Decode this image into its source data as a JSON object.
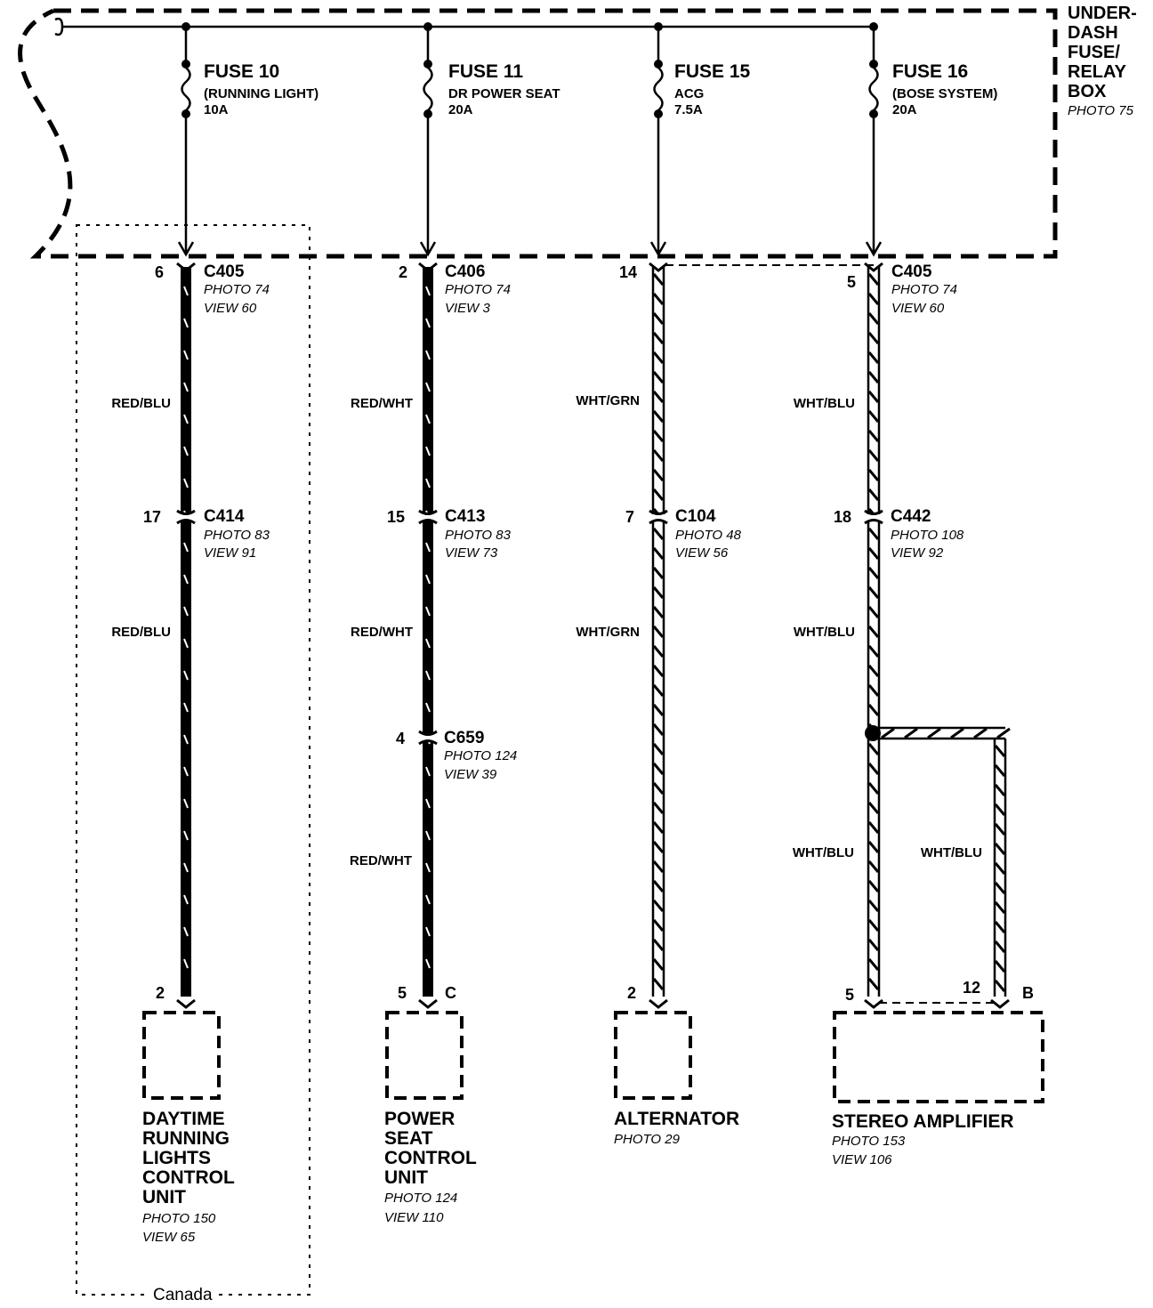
{
  "fuse_box": {
    "title_lines": [
      "UNDER-",
      "DASH",
      "FUSE/",
      "RELAY",
      "BOX"
    ],
    "photo": "PHOTO 75"
  },
  "fuses": [
    {
      "name": "FUSE 10",
      "desc": "(RUNNING LIGHT)",
      "amp": "10A"
    },
    {
      "name": "FUSE 11",
      "desc": "DR POWER SEAT",
      "amp": "20A"
    },
    {
      "name": "FUSE 15",
      "desc": "ACG",
      "amp": "7.5A"
    },
    {
      "name": "FUSE 16",
      "desc": "(BOSE SYSTEM)",
      "amp": "20A"
    }
  ],
  "connectors": [
    {
      "pin": "6",
      "name": "C405",
      "photo": "PHOTO 74",
      "view": "VIEW 60"
    },
    {
      "pin": "2",
      "name": "C406",
      "photo": "PHOTO 74",
      "view": "VIEW 3"
    },
    {
      "pin": "14"
    },
    {
      "pin": "5",
      "name": "C405",
      "photo": "PHOTO 74",
      "view": "VIEW 60"
    },
    {
      "pin": "17",
      "name": "C414",
      "photo": "PHOTO 83",
      "view": "VIEW 91"
    },
    {
      "pin": "15",
      "name": "C413",
      "photo": "PHOTO 83",
      "view": "VIEW 73"
    },
    {
      "pin": "7",
      "name": "C104",
      "photo": "PHOTO 48",
      "view": "VIEW 56"
    },
    {
      "pin": "18",
      "name": "C442",
      "photo": "PHOTO 108",
      "view": "VIEW 92"
    },
    {
      "pin": "4",
      "name": "C659",
      "photo": "PHOTO 124",
      "view": "VIEW 39"
    }
  ],
  "wire_colors": {
    "col1": [
      "RED/BLU",
      "RED/BLU"
    ],
    "col2": [
      "RED/WHT",
      "RED/WHT",
      "RED/WHT"
    ],
    "col3": [
      "WHT/GRN",
      "WHT/GRN"
    ],
    "col4": [
      "WHT/BLU",
      "WHT/BLU",
      "WHT/BLU"
    ],
    "branch": "WHT/BLU"
  },
  "components": [
    {
      "pin": "2",
      "name_lines": [
        "DAYTIME",
        "RUNNING",
        "LIGHTS",
        "CONTROL",
        "UNIT"
      ],
      "photo": "PHOTO 150",
      "view": "VIEW 65"
    },
    {
      "pin": "5",
      "pin_letter": "C",
      "name_lines": [
        "POWER",
        "SEAT",
        "CONTROL",
        "UNIT"
      ],
      "photo": "PHOTO 124",
      "view": "VIEW 110"
    },
    {
      "pin": "2",
      "name_lines": [
        "ALTERNATOR"
      ],
      "photo": "PHOTO 29"
    },
    {
      "pin": "5",
      "pin2": "12",
      "pin_letter": "B",
      "name_lines": [
        "STEREO AMPLIFIER"
      ],
      "photo": "PHOTO 153",
      "view": "VIEW 106"
    }
  ],
  "region_label": "Canada",
  "colors": {
    "ink": "#000000",
    "paper": "#ffffff"
  }
}
